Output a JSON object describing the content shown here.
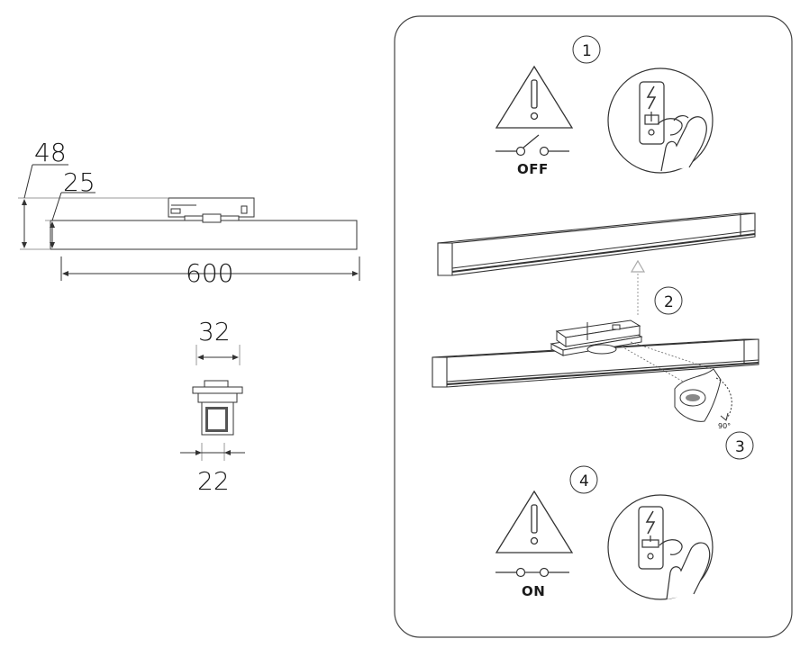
{
  "dimensions": {
    "height_total": "48",
    "height_body": "25",
    "length": "600",
    "adapter_width": "32",
    "adapter_base_width": "22"
  },
  "steps": [
    {
      "number": "1",
      "label": "OFF"
    },
    {
      "number": "2"
    },
    {
      "number": "3",
      "angle": "90°"
    },
    {
      "number": "4",
      "label": "ON"
    }
  ],
  "icons": [
    "warning-triangle-icon",
    "switch-off-icon",
    "switch-on-icon",
    "hand-press-icon",
    "arrow-up-icon"
  ],
  "colors": {
    "line": "#333333",
    "panel_border": "#444444",
    "light_gray": "#aaaaaa"
  }
}
